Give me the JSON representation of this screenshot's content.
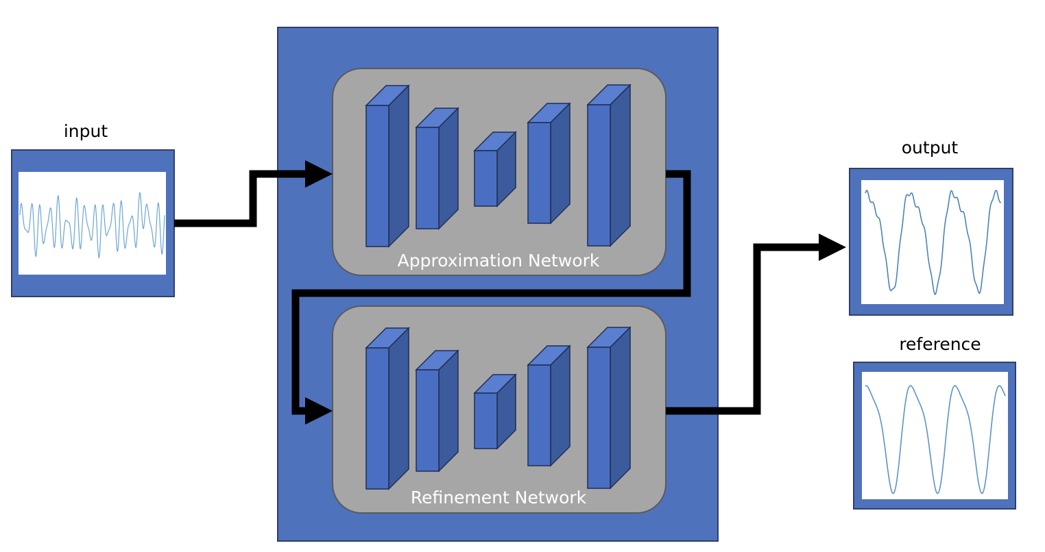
{
  "labels": {
    "input": "input",
    "output": "output",
    "reference": "reference",
    "approximation_network": "Approximation Network",
    "refinement_network": "Refinement Network"
  },
  "colors": {
    "blue": "#4f72bd",
    "block_front": "#4a6fc2",
    "block_side": "#3c5b9c",
    "block_top": "#5a7ed0",
    "gray": "#a6a6a6",
    "arrow": "#000000",
    "signal": "#5b9bd5",
    "signal_dark": "#4b82b8"
  }
}
